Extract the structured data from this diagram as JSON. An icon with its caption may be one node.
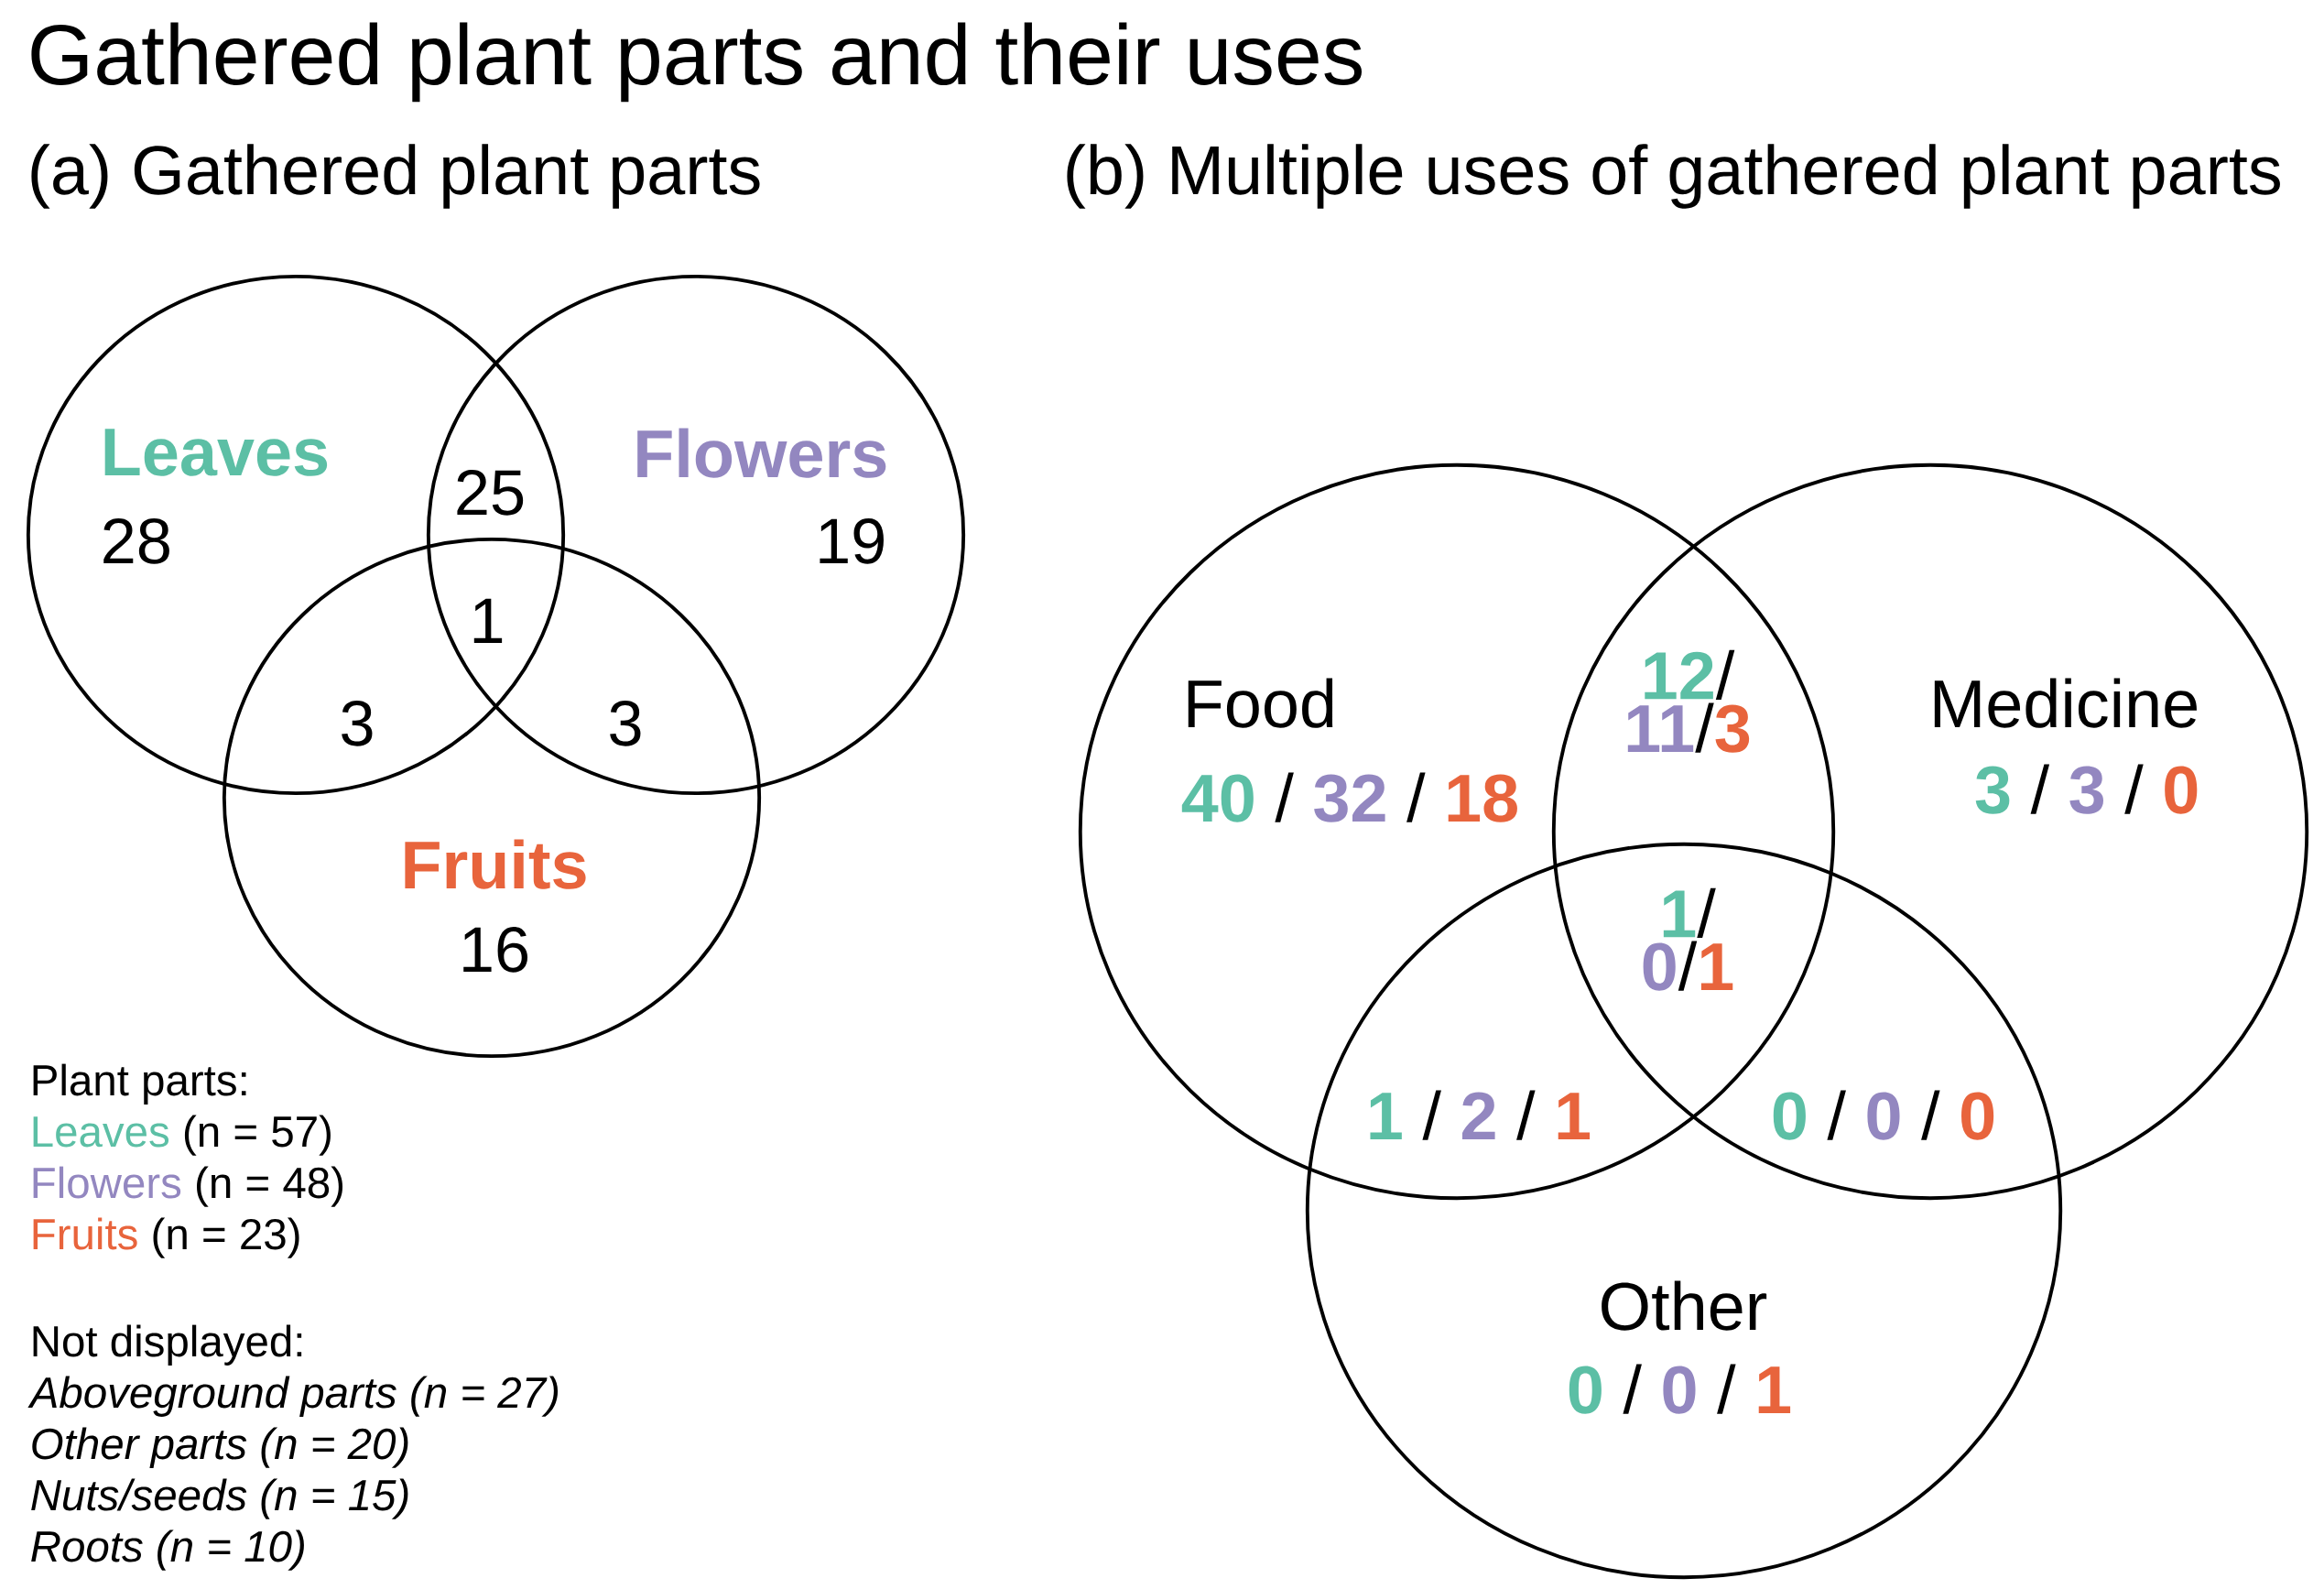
{
  "diagram": {
    "title": "Gathered plant parts and their uses",
    "nodes": [
      {
        "text": [
          "Leaves",
          "28"
        ]
      },
      {
        "text": [
          "Flowers",
          "19"
        ]
      },
      {
        "text": [
          "Fruits",
          "16"
        ]
      },
      {
        "text": [
          "Food",
          "40 / 32 / 18"
        ]
      },
      {
        "text": [
          "Medicine",
          "3 / 3 / 0"
        ]
      },
      {
        "text": [
          "Other",
          "0 / 0 / 1"
        ]
      }
    ],
    "labels": [
      "(a) Gathered plant parts",
      "(b) Multiple uses of gathered plant parts",
      "25",
      "1",
      "3",
      "3",
      "12/ 11/3",
      "1/ 0/1",
      "1 / 2 / 1",
      "0 / 0 / 0",
      "Plant parts:",
      "Not displayed:",
      "Aboveground parts (n = 27)",
      "Other parts (n = 20)",
      "Nuts/seeds (n = 15)",
      "Roots (n = 10)"
    ],
    "legend": [
      {
        "text": "Leaves (n = 57)",
        "color": "#5cbfa5"
      },
      {
        "text": "Flowers (n = 48)",
        "color": "#9387c0"
      },
      {
        "text": "Fruits (n = 23)",
        "color": "#e8643c"
      }
    ]
  }
}
